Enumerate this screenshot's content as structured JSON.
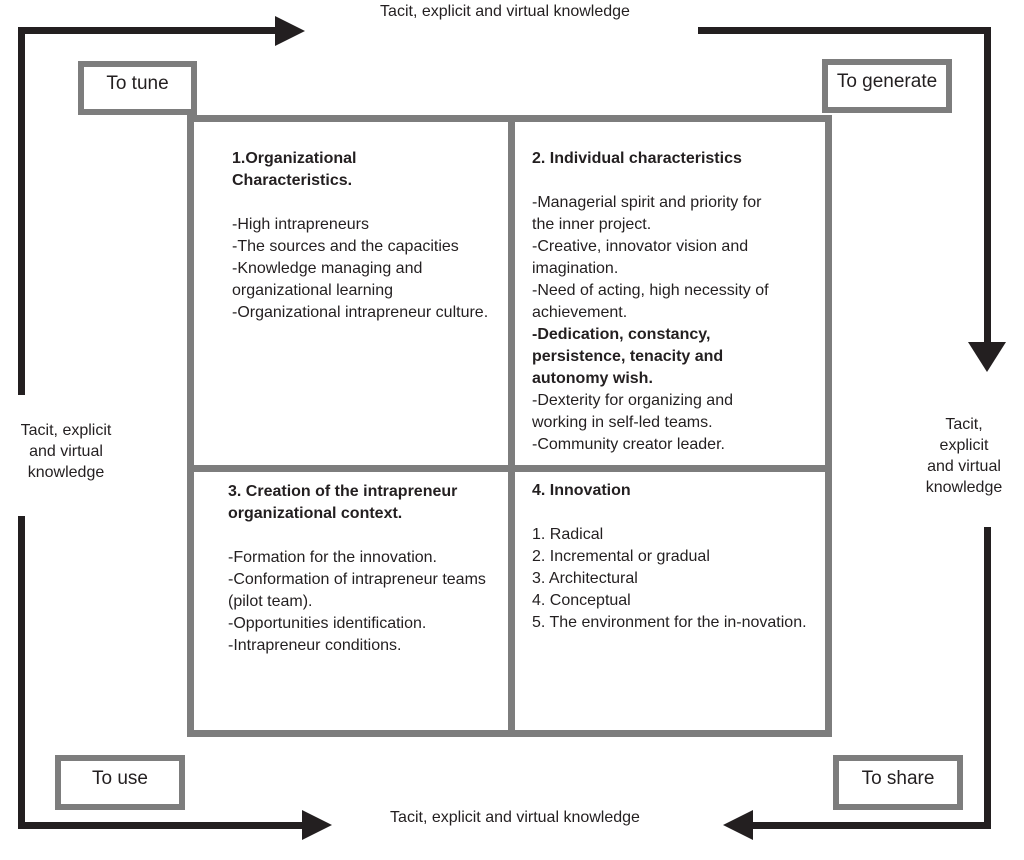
{
  "diagram": {
    "flow_labels": {
      "top": "Tacit, explicit and virtual knowledge",
      "bottom": "Tacit, explicit and virtual knowledge",
      "left": "Tacit, explicit\nand virtual\nknowledge",
      "right": "Tacit, explicit\nand virtual\nknowledge"
    },
    "action_boxes": {
      "top_left": "To tune",
      "top_right": "To generate",
      "bottom_left": "To use",
      "bottom_right": "To share"
    },
    "quadrants": [
      {
        "title": "1.Organizational Characteristics.",
        "items": [
          {
            "text": "-High intrapreneurs",
            "bold": false
          },
          {
            "text": "-The sources and the capacities",
            "bold": false
          },
          {
            "text": "-Knowledge managing and organizational learning",
            "bold": false
          },
          {
            "text": "-Organizational intrapreneur culture.",
            "bold": false
          }
        ]
      },
      {
        "title": "2. Individual characteristics",
        "items": [
          {
            "text": "-Managerial spirit and priority for the inner project.",
            "bold": false
          },
          {
            "text": "-Creative, innovator vision and imagination.",
            "bold": false
          },
          {
            "text": "-Need of acting, high necessity of achievement.",
            "bold": false
          },
          {
            "text": "-Dedication, constancy, persistence, tenacity and autonomy wish.",
            "bold": true
          },
          {
            "text": "-Dexterity for organizing and working in self-led teams.",
            "bold": false
          },
          {
            "text": "-Community creator leader.",
            "bold": false
          }
        ]
      },
      {
        "title": "3. Creation of the intrapreneur organizational context.",
        "items": [
          {
            "text": "-Formation for the innovation.",
            "bold": false
          },
          {
            "text": "-Conformation of intrapreneur teams (pilot team).",
            "bold": false
          },
          {
            "text": "-Opportunities identification.",
            "bold": false
          },
          {
            "text": "-Intrapreneur conditions.",
            "bold": false
          }
        ]
      },
      {
        "title": "4. Innovation",
        "items": [
          {
            "text": "1. Radical",
            "bold": false
          },
          {
            "text": "2. Incremental or gradual",
            "bold": false
          },
          {
            "text": "3. Architectural",
            "bold": false
          },
          {
            "text": "4. Conceptual",
            "bold": false
          },
          {
            "text": "5. The environment for the in-novation.",
            "bold": false
          }
        ]
      }
    ],
    "colors": {
      "line_black": "#231f20",
      "border_gray": "#7d7d7d"
    }
  }
}
